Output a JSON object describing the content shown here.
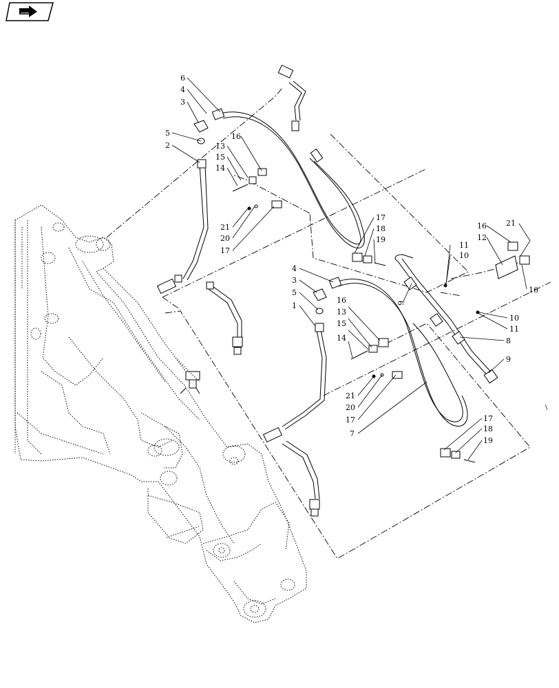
{
  "nav": {
    "icon": "page-turn-arrow-icon"
  },
  "callouts": [
    {
      "id": "c6a",
      "text": "6"
    },
    {
      "id": "c4a",
      "text": "4"
    },
    {
      "id": "c3a",
      "text": "3"
    },
    {
      "id": "c5a",
      "text": "5"
    },
    {
      "id": "c2",
      "text": "2"
    },
    {
      "id": "c13a",
      "text": "13"
    },
    {
      "id": "c16a",
      "text": "16"
    },
    {
      "id": "c15a",
      "text": "15"
    },
    {
      "id": "c14a",
      "text": "14"
    },
    {
      "id": "c21a",
      "text": "21"
    },
    {
      "id": "c20a",
      "text": "20"
    },
    {
      "id": "c17a",
      "text": "17"
    },
    {
      "id": "c17b",
      "text": "17"
    },
    {
      "id": "c18a",
      "text": "18"
    },
    {
      "id": "c19a",
      "text": "19"
    },
    {
      "id": "c16b",
      "text": "16"
    },
    {
      "id": "c21b",
      "text": "21"
    },
    {
      "id": "c12",
      "text": "12"
    },
    {
      "id": "c11a",
      "text": "11"
    },
    {
      "id": "c10a",
      "text": "10"
    },
    {
      "id": "c16c",
      "text": "16"
    },
    {
      "id": "c4b",
      "text": "4"
    },
    {
      "id": "c3b",
      "text": "3"
    },
    {
      "id": "c5b",
      "text": "5"
    },
    {
      "id": "c1",
      "text": "1"
    },
    {
      "id": "c9a",
      "text": "9"
    },
    {
      "id": "c10b",
      "text": "10"
    },
    {
      "id": "c11b",
      "text": "11"
    },
    {
      "id": "c16d",
      "text": "16"
    },
    {
      "id": "c13b",
      "text": "13"
    },
    {
      "id": "c15b",
      "text": "15"
    },
    {
      "id": "c14b",
      "text": "14"
    },
    {
      "id": "c8",
      "text": "8"
    },
    {
      "id": "c9b",
      "text": "9"
    },
    {
      "id": "c21c",
      "text": "21"
    },
    {
      "id": "c20b",
      "text": "20"
    },
    {
      "id": "c17c",
      "text": "17"
    },
    {
      "id": "c7",
      "text": "7"
    },
    {
      "id": "c17d",
      "text": "17"
    },
    {
      "id": "c18b",
      "text": "18"
    },
    {
      "id": "c19b",
      "text": "19"
    }
  ]
}
